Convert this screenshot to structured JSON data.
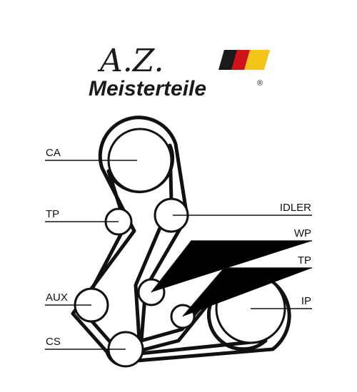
{
  "logo": {
    "initials": "A.Z.",
    "brand": "Meisterteile",
    "registered": "®",
    "flag_colors": [
      "#1a1a1a",
      "#d0121b",
      "#f2c318"
    ]
  },
  "diagram": {
    "labels": {
      "ca": "CA",
      "tp_left": "TP",
      "idler": "IDLER",
      "wp": "WP",
      "tp_right": "TP",
      "aux": "AUX",
      "ip": "IP",
      "cs": "CS"
    },
    "belt_color": "#111111"
  }
}
